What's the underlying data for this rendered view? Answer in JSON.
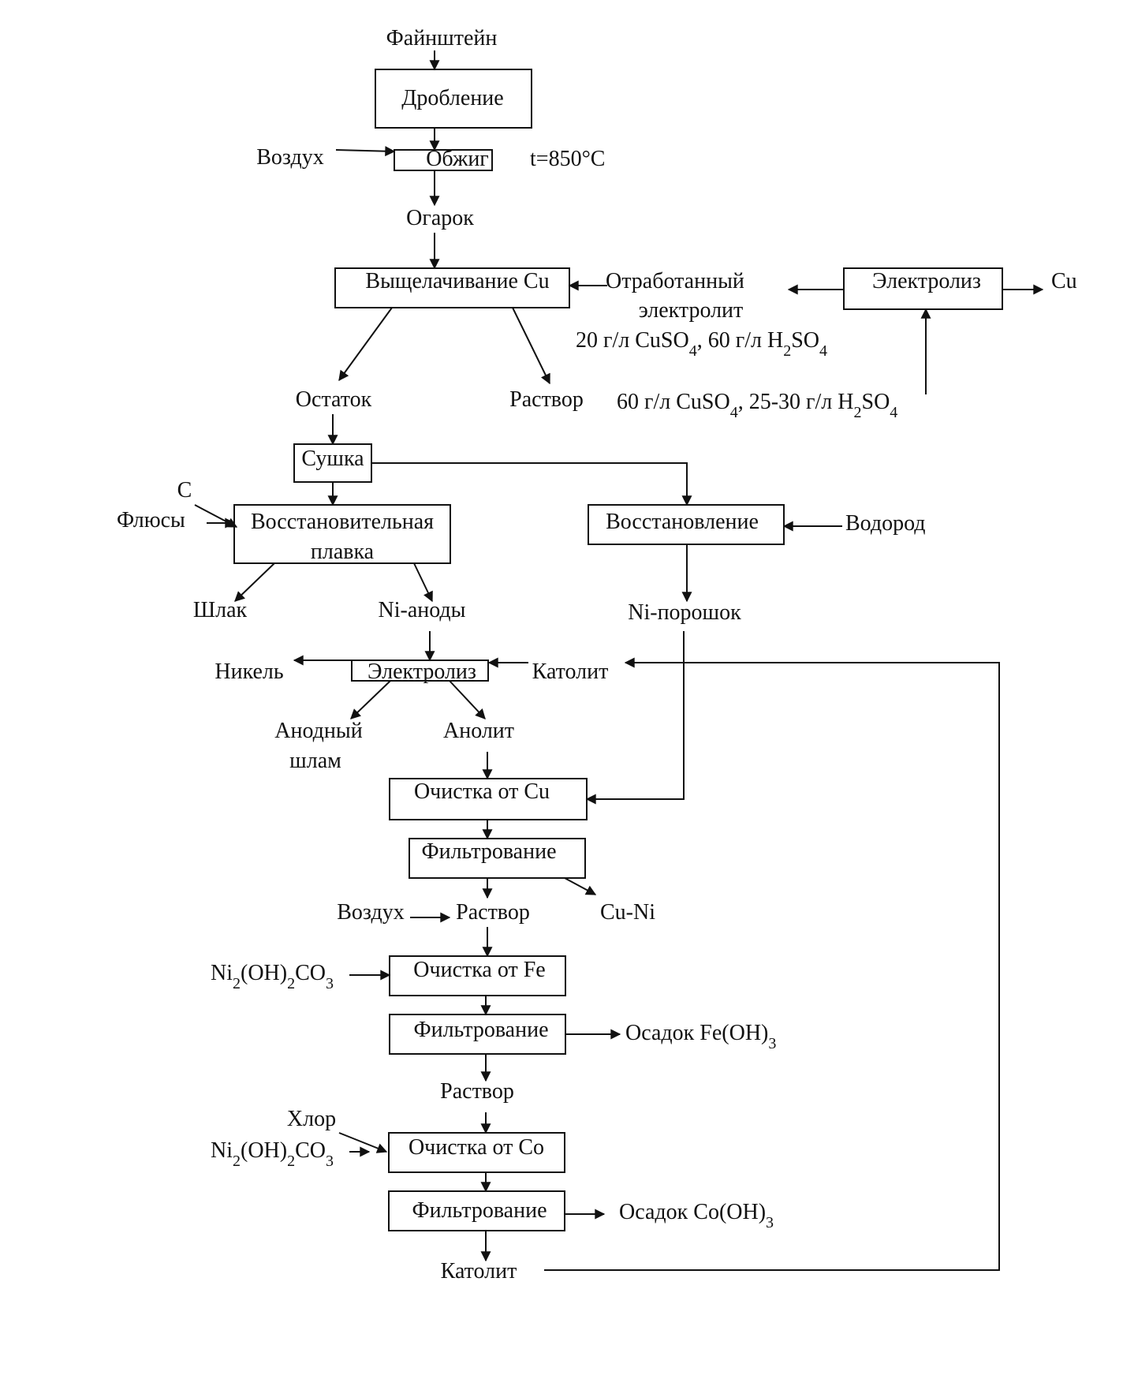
{
  "inputs": {
    "feed": "Файнштейн",
    "air": "Воздух",
    "temperature": "t=850°C",
    "carbon": "С",
    "fluxes": "Флюсы",
    "hydrogen": "Водород",
    "air_2": "Воздух",
    "nickel_carbonate_1": "Ni2(OH)2CO3",
    "chlorine": "Хлор",
    "nickel_carbonate_2": "Ni2(OH)2CO3"
  },
  "processes": {
    "crushing": "Дробление",
    "roasting": "Обжиг",
    "cu_leaching": "Выщелачивание Cu",
    "cu_electrolysis": "Электролиз",
    "drying": "Сушка",
    "reduction_smelting_1": "Восстановительная",
    "reduction_smelting_2": "плавка",
    "reduction": "Восстановление",
    "ni_electrolysis": "Электролиз",
    "cu_purification": "Очистка от Cu",
    "filtration_1": "Фильтрование",
    "fe_purification": "Очистка от Fe",
    "filtration_2": "Фильтрование",
    "co_purification": "Очистка от Co",
    "filtration_3": "Фильтрование"
  },
  "streams": {
    "calcine": "Огарок",
    "spent_electrolyte_1": "Отработанный",
    "spent_electrolyte_2": "электролит",
    "spent_electrolyte_composition": "20 г/л CuSO4, 60 г/л H2SO4",
    "copper_product": "Cu",
    "electrolyte_feed_composition": "60 г/л CuSO4, 25-30 г/л H2SO4",
    "residue": "Остаток",
    "leach_solution": "Раствор",
    "slag": "Шлак",
    "ni_anodes": "Ni-аноды",
    "ni_powder": "Ni-порошок",
    "nickel_product": "Никель",
    "catholyte_return": "Католит",
    "anode_slime_1": "Анодный",
    "anode_slime_2": "шлам",
    "anolyte": "Анолит",
    "solution_1": "Раствор",
    "cu_ni_cake": "Cu-Ni",
    "fe_precipitate": "Осадок Fe(OH)3",
    "solution_2": "Раствор",
    "co_precipitate": "Осадок Co(OH)3",
    "catholyte": "Католит"
  }
}
